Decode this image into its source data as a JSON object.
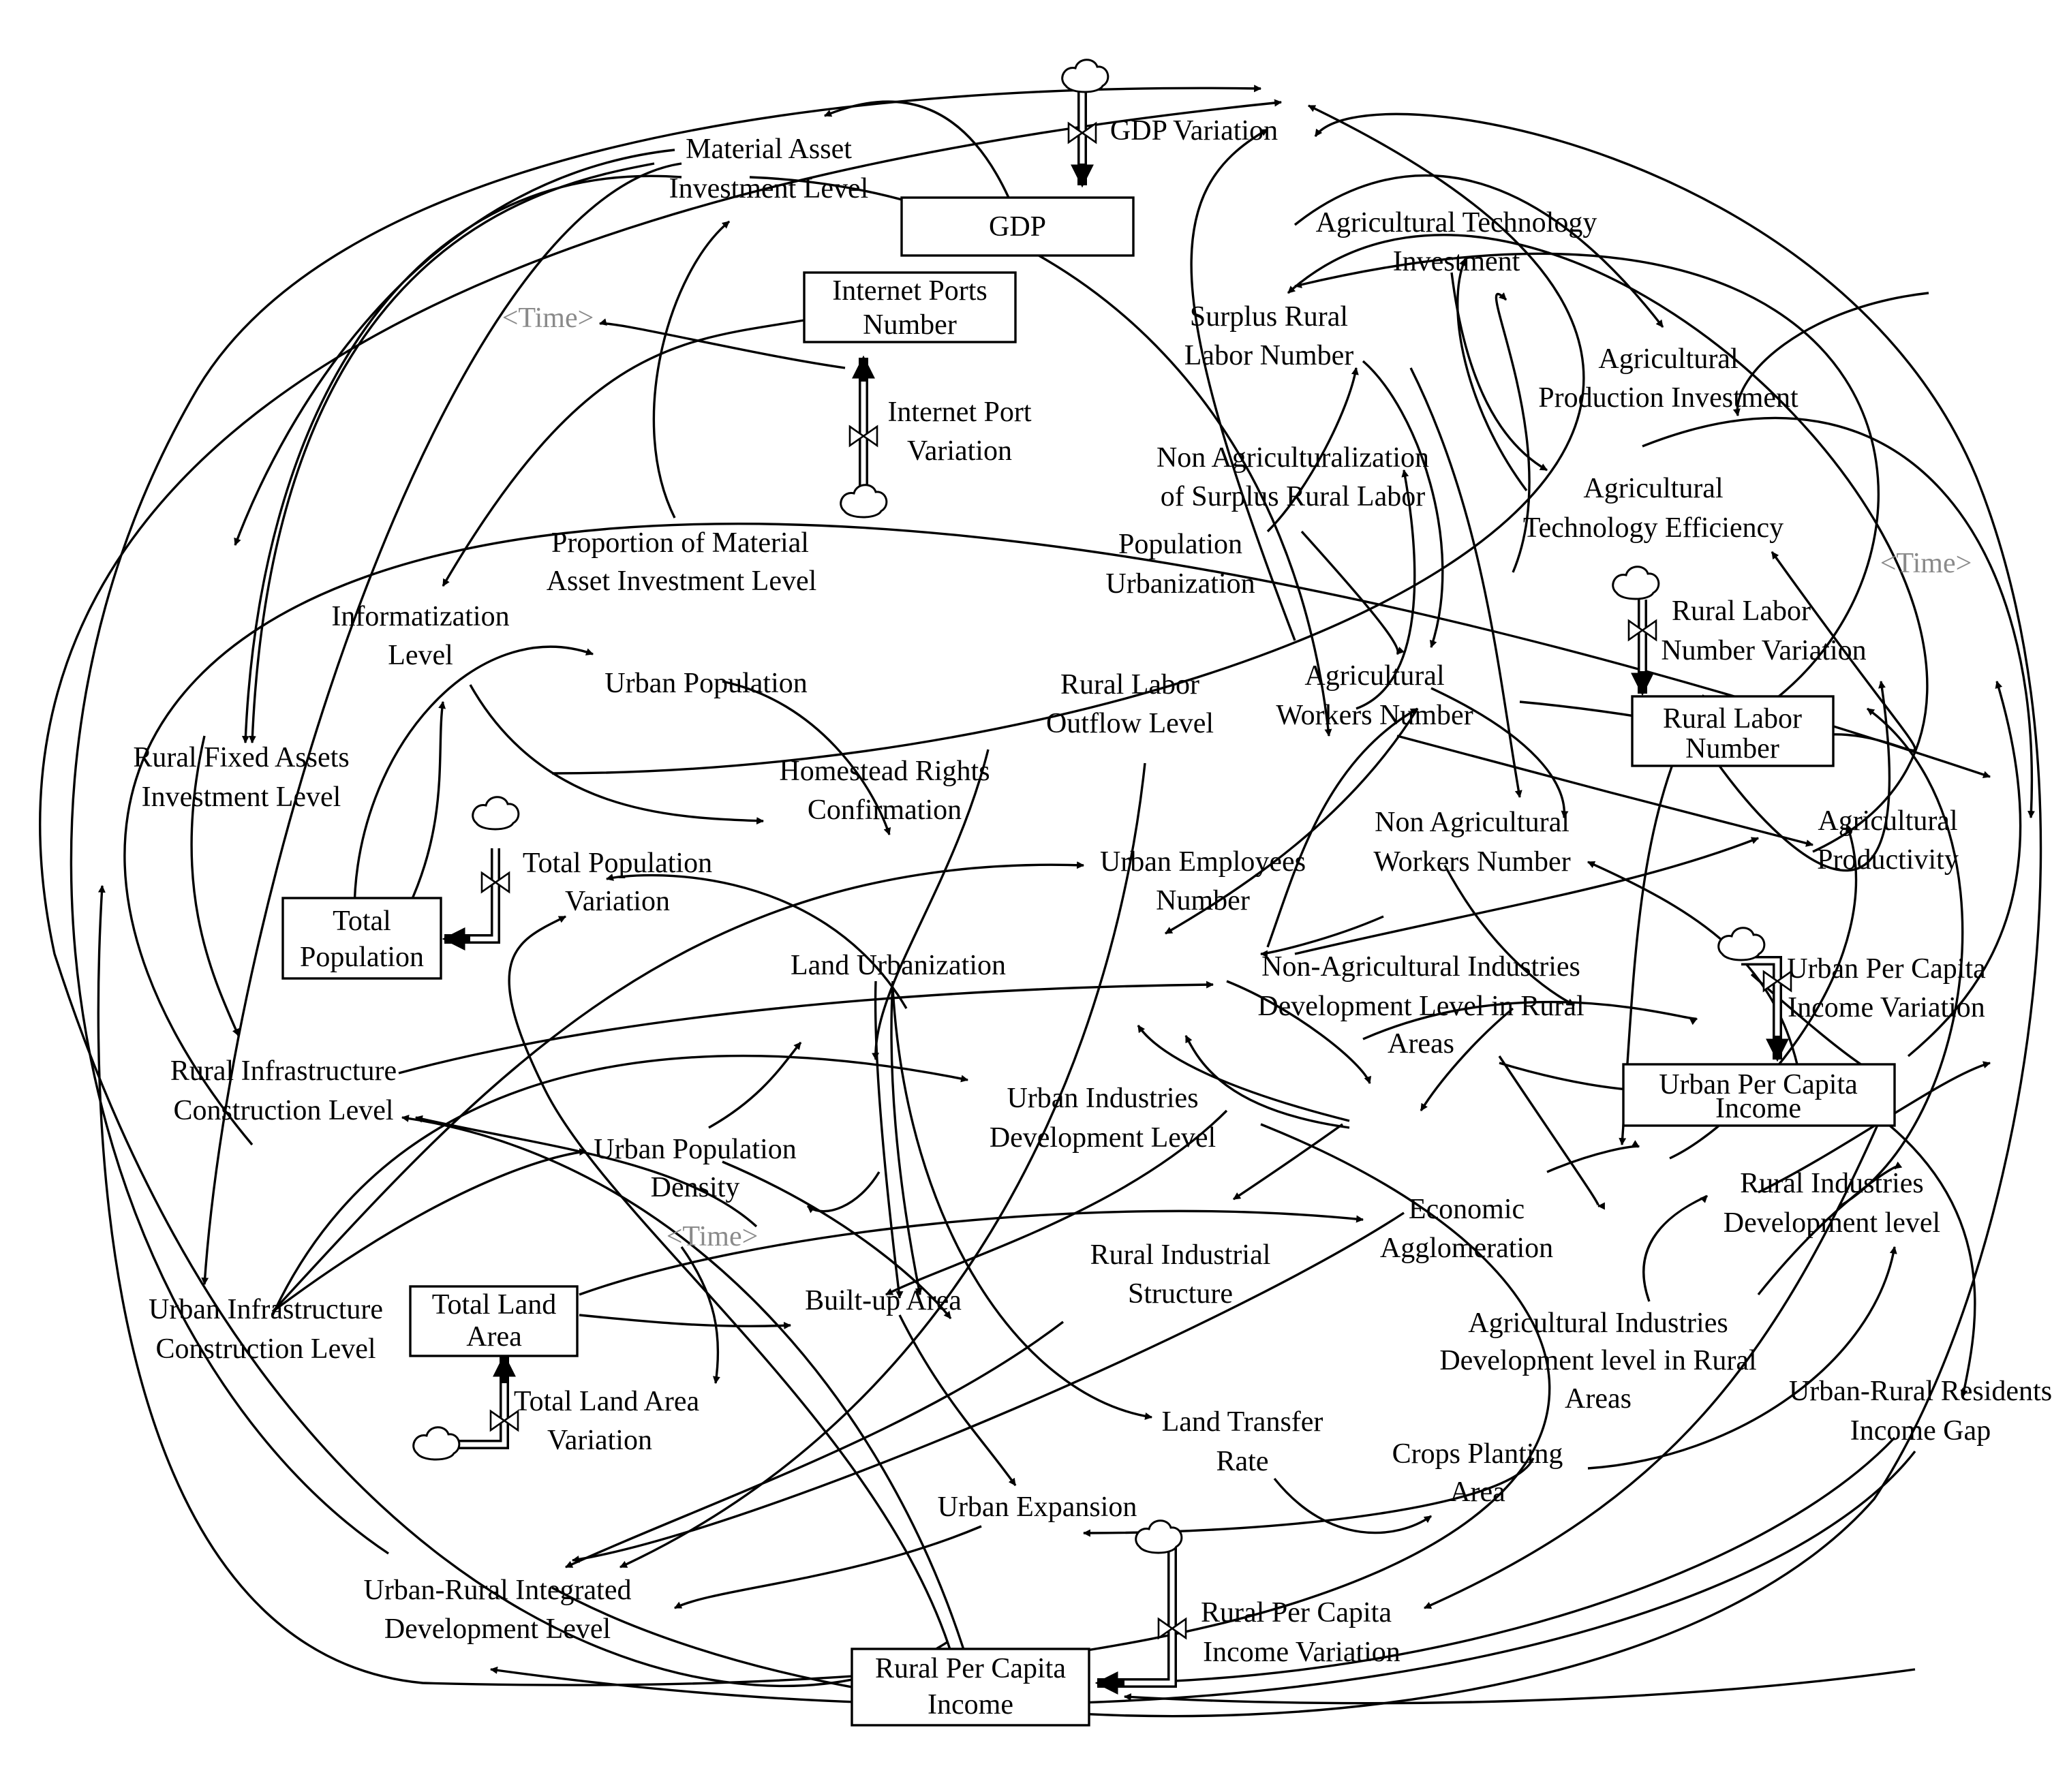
{
  "diagram": {
    "stocks": {
      "gdp": "GDP",
      "internet_ports": [
        "Internet Ports",
        "Number"
      ],
      "total_population": [
        "Total",
        "Population"
      ],
      "total_land_area": [
        "Total Land",
        "Area"
      ],
      "rural_labor_number": [
        "Rural Labor",
        "Number"
      ],
      "urban_per_capita_income": [
        "Urban Per Capita",
        "Income"
      ],
      "rural_per_capita_income": [
        "Rural Per Capita",
        "Income"
      ]
    },
    "flows": {
      "gdp_variation": "GDP Variation",
      "internet_port_variation": [
        "Internet Port",
        "Variation"
      ],
      "total_population_variation": [
        "Total Population",
        "Variation"
      ],
      "total_land_area_variation": [
        "Total Land Area",
        "Variation"
      ],
      "rural_labor_number_variation": [
        "Rural Labor",
        "Number Variation"
      ],
      "urban_per_capita_income_variation": [
        "Urban Per Capita",
        "Income Variation"
      ],
      "rural_per_capita_income_variation": [
        "Rural Per Capita",
        "Income Variation"
      ]
    },
    "variables": {
      "material_asset_investment_level": [
        "Material Asset",
        "Investment Level"
      ],
      "proportion_material_asset": [
        "Proportion of Material",
        "Asset Investment Level"
      ],
      "informatization_level": [
        "Informatization",
        "Level"
      ],
      "urban_population": "Urban Population",
      "rural_fixed_assets": [
        "Rural Fixed Assets",
        "Investment Level"
      ],
      "rural_infrastructure": [
        "Rural Infrastructure",
        "Construction Level"
      ],
      "urban_infrastructure": [
        "Urban Infrastructure",
        "Construction Level"
      ],
      "urban_population_density": [
        "Urban Population",
        "Density"
      ],
      "built_up_area": "Built-up Area",
      "urban_expansion": "Urban Expansion",
      "urban_rural_integrated": [
        "Urban-Rural Integrated",
        "Development Level"
      ],
      "homestead_rights": [
        "Homestead Rights",
        "Confirmation"
      ],
      "land_urbanization": "Land Urbanization",
      "urban_employees_number": [
        "Urban Employees",
        "Number"
      ],
      "urban_industries_development": [
        "Urban Industries",
        "Development Level"
      ],
      "rural_labor_outflow": [
        "Rural Labor",
        "Outflow Level"
      ],
      "population_urbanization": [
        "Population",
        "Urbanization"
      ],
      "non_agriculturalization": [
        "Non Agriculturalization",
        "of Surplus Rural Labor"
      ],
      "surplus_rural_labor": [
        "Surplus Rural",
        "Labor Number"
      ],
      "agricultural_technology_investment": [
        "Agricultural Technology",
        "Investment"
      ],
      "agricultural_production_investment": [
        "Agricultural",
        "Production Investment"
      ],
      "agricultural_technology_efficiency": [
        "Agricultural",
        "Technology Efficiency"
      ],
      "agricultural_workers_number": [
        "Agricultural",
        "Workers Number"
      ],
      "non_agricultural_workers_number": [
        "Non Agricultural",
        "Workers Number"
      ],
      "agricultural_productivity": [
        "Agricultural",
        "Productivity"
      ],
      "non_agricultural_industries_rural": [
        "Non-Agricultural Industries",
        "Development Level in Rural",
        "Areas"
      ],
      "economic_agglomeration": [
        "Economic",
        "Agglomeration"
      ],
      "rural_industrial_structure": [
        "Rural Industrial",
        "Structure"
      ],
      "rural_industries_development": [
        "Rural Industries",
        "Development level"
      ],
      "agricultural_industries_rural": [
        "Agricultural Industries",
        "Development level in Rural",
        "Areas"
      ],
      "land_transfer_rate": [
        "Land Transfer",
        "Rate"
      ],
      "crops_planting_area": [
        "Crops Planting",
        "Area"
      ],
      "urban_rural_income_gap": [
        "Urban-Rural Residents",
        "Income Gap"
      ]
    },
    "shadow_variables": {
      "time_1": "<Time>",
      "time_2": "<Time>",
      "time_3": "<Time>"
    }
  }
}
